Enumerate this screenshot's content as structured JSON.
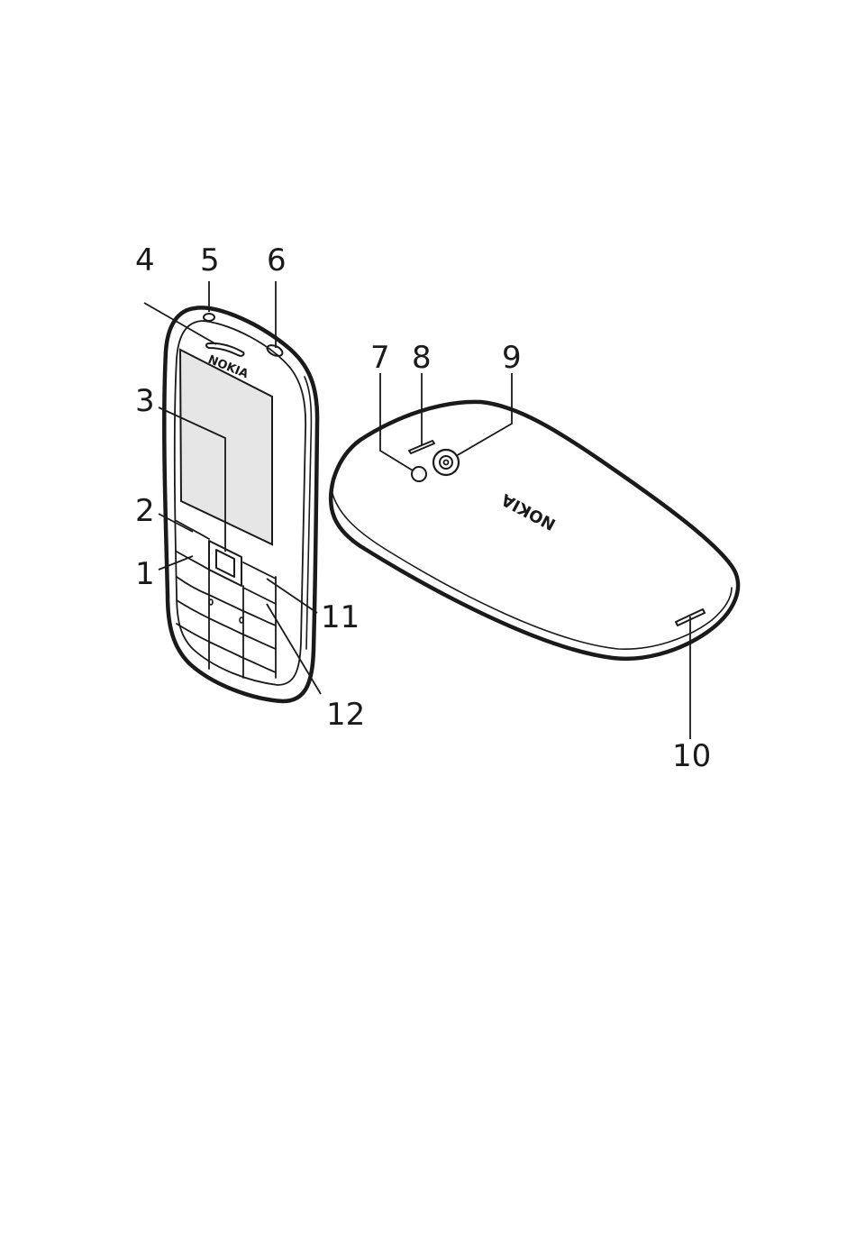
{
  "front_phone": {
    "brand": "NOKIA",
    "callouts": [
      "1",
      "2",
      "3",
      "4",
      "5",
      "6",
      "11",
      "12"
    ]
  },
  "back_phone": {
    "brand": "NOKIA",
    "callouts": [
      "7",
      "8",
      "9",
      "10"
    ]
  },
  "labels": {
    "c1": "1",
    "c2": "2",
    "c3": "3",
    "c4": "4",
    "c5": "5",
    "c6": "6",
    "c7": "7",
    "c8": "8",
    "c9": "9",
    "c10": "10",
    "c11": "11",
    "c12": "12"
  },
  "colors": {
    "ink": "#1a1a1a",
    "screen": "#e6e6e6",
    "background": "#ffffff"
  }
}
